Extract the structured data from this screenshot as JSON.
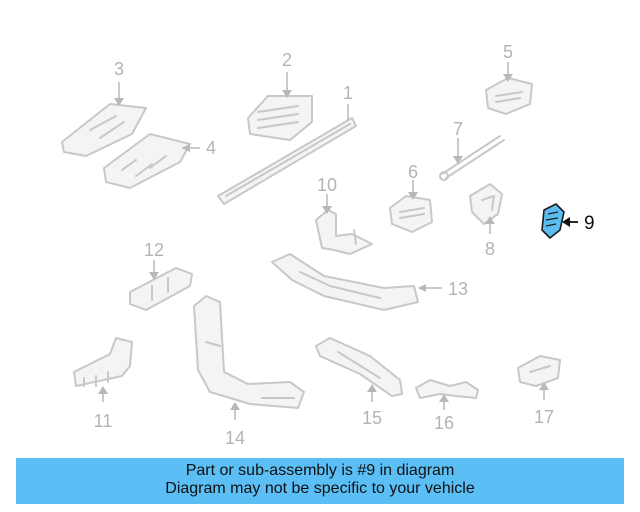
{
  "diagram": {
    "highlight_color": "#5bbcf0",
    "callouts": {
      "c1": "1",
      "c2": "2",
      "c3": "3",
      "c4": "4",
      "c5": "5",
      "c6": "6",
      "c7": "7",
      "c8": "8",
      "c9": "9",
      "c10": "10",
      "c11": "11",
      "c12": "12",
      "c13": "13",
      "c14": "14",
      "c15": "15",
      "c16": "16",
      "c17": "17"
    },
    "highlighted_part": "9"
  },
  "banner": {
    "line1": "Part or sub-assembly is #9 in diagram",
    "line2": "Diagram may not be specific to your vehicle",
    "background": "#5bbef5"
  }
}
